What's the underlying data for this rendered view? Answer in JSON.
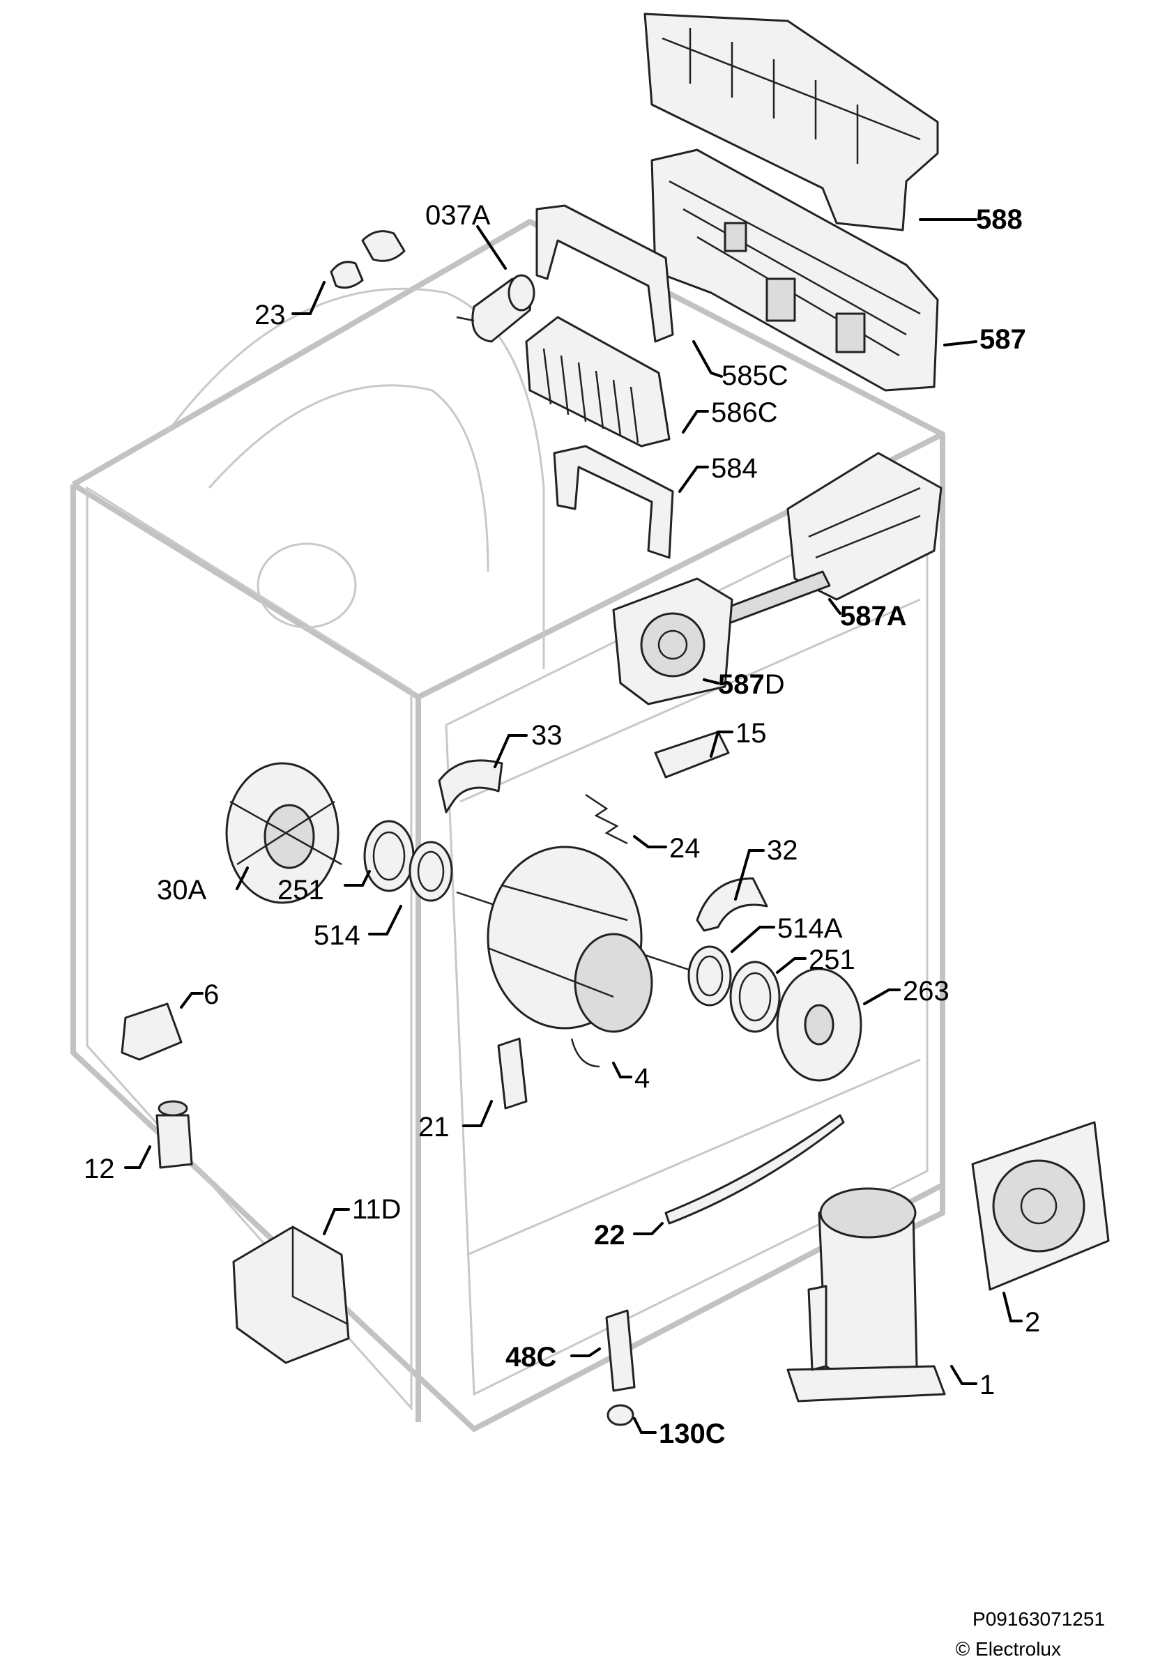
{
  "labels": {
    "p037A": "037A",
    "p588": "588",
    "p23": "23",
    "p587": "587",
    "p585C": "585C",
    "p586C": "586C",
    "p584": "584",
    "p587A": "587A",
    "p587D_bold": "587",
    "p587D_suffix": "D",
    "p33": "33",
    "p15": "15",
    "p24": "24",
    "p32": "32",
    "p30A": "30A",
    "p251a": "251",
    "p514": "514",
    "p514A": "514A",
    "p251b": "251",
    "p263": "263",
    "p6": "6",
    "p4": "4",
    "p21": "21",
    "p12": "12",
    "p11D": "11D",
    "p22": "22",
    "p2": "2",
    "p48C": "48C",
    "p1": "1",
    "p130C": "130C"
  },
  "footer": {
    "code": "P09163071251",
    "copyright": "© Electrolux"
  }
}
